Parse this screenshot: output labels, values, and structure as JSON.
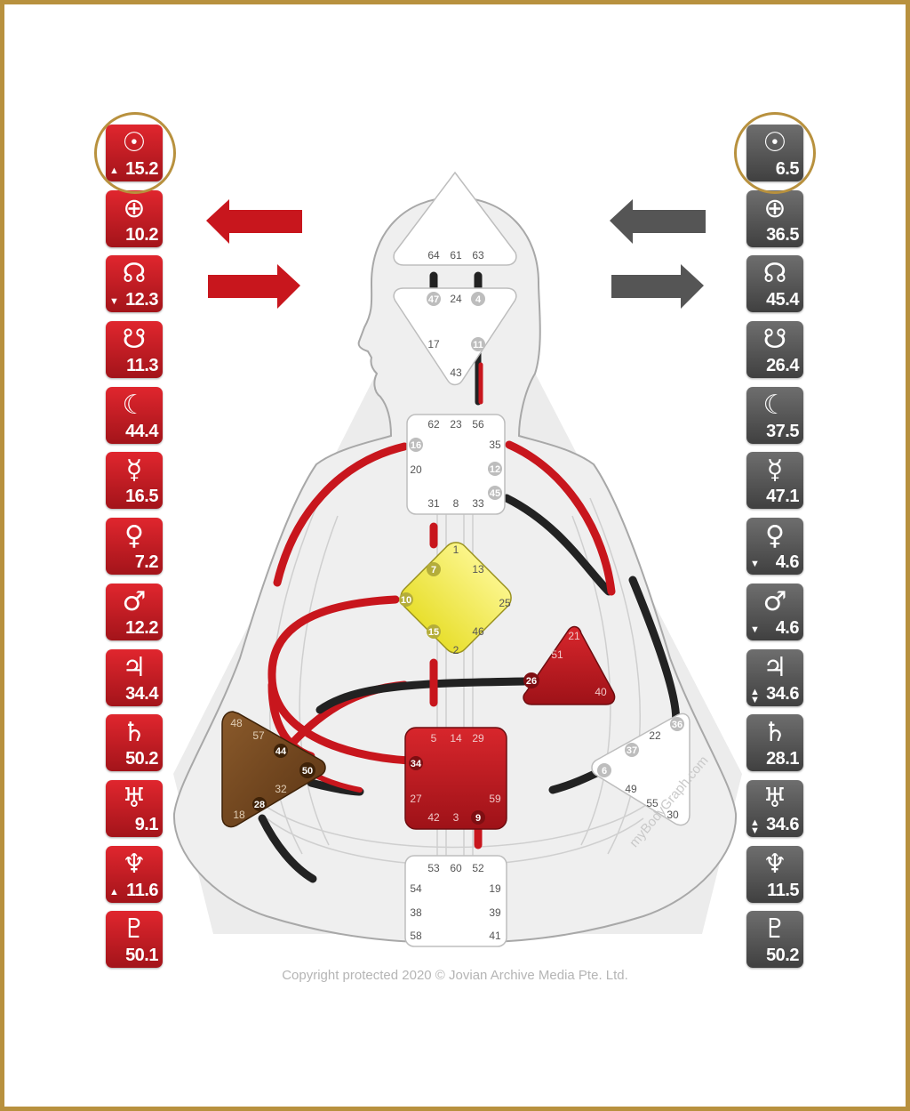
{
  "personality": [
    {
      "glyph": "☉",
      "value": "15.2",
      "marker": "▲"
    },
    {
      "glyph": "⊕",
      "value": "10.2",
      "marker": ""
    },
    {
      "glyph": "☊",
      "value": "12.3",
      "marker": "▼"
    },
    {
      "glyph": "☋",
      "value": "11.3",
      "marker": ""
    },
    {
      "glyph": "☾",
      "value": "44.4",
      "marker": ""
    },
    {
      "glyph": "☿",
      "value": "16.5",
      "marker": ""
    },
    {
      "glyph": "♀",
      "value": "7.2",
      "marker": ""
    },
    {
      "glyph": "♂",
      "value": "12.2",
      "marker": ""
    },
    {
      "glyph": "♃",
      "value": "34.4",
      "marker": ""
    },
    {
      "glyph": "♄",
      "value": "50.2",
      "marker": ""
    },
    {
      "glyph": "♅",
      "value": "9.1",
      "marker": ""
    },
    {
      "glyph": "♆",
      "value": "11.6",
      "marker": "▲"
    },
    {
      "glyph": "♇",
      "value": "50.1",
      "marker": ""
    }
  ],
  "design": [
    {
      "glyph": "☉",
      "value": "6.5",
      "marker": ""
    },
    {
      "glyph": "⊕",
      "value": "36.5",
      "marker": ""
    },
    {
      "glyph": "☊",
      "value": "45.4",
      "marker": ""
    },
    {
      "glyph": "☋",
      "value": "26.4",
      "marker": ""
    },
    {
      "glyph": "☾",
      "value": "37.5",
      "marker": ""
    },
    {
      "glyph": "☿",
      "value": "47.1",
      "marker": ""
    },
    {
      "glyph": "♀",
      "value": "4.6",
      "marker": "▼"
    },
    {
      "glyph": "♂",
      "value": "4.6",
      "marker": "▼"
    },
    {
      "glyph": "♃",
      "value": "34.6",
      "marker": "▲▼"
    },
    {
      "glyph": "♄",
      "value": "28.1",
      "marker": ""
    },
    {
      "glyph": "♅",
      "value": "34.6",
      "marker": "▲▼"
    },
    {
      "glyph": "♆",
      "value": "11.5",
      "marker": ""
    },
    {
      "glyph": "♇",
      "value": "50.2",
      "marker": ""
    }
  ],
  "colors": {
    "personality": "#c8161d",
    "design": "#222222",
    "design_tile": "#555555",
    "frame": "#b8913e",
    "g_center": "#f3ec5a",
    "sacral": "#c8161d",
    "spleen": "#7a4a21",
    "ego": "#c8161d"
  },
  "gates": {
    "head": [
      "64",
      "61",
      "63"
    ],
    "ajna": [
      "47",
      "24",
      "4",
      "17",
      "11",
      "43"
    ],
    "throat": [
      "62",
      "23",
      "56",
      "16",
      "35",
      "20",
      "12",
      "45",
      "31",
      "8",
      "33"
    ],
    "g": [
      "1",
      "7",
      "13",
      "10",
      "25",
      "15",
      "46",
      "2"
    ],
    "ego": [
      "21",
      "51",
      "26",
      "40"
    ],
    "spleen": [
      "48",
      "57",
      "44",
      "50",
      "32",
      "28",
      "18"
    ],
    "sacral": [
      "5",
      "14",
      "29",
      "34",
      "27",
      "59",
      "42",
      "3",
      "9"
    ],
    "solar": [
      "36",
      "22",
      "37",
      "6",
      "49",
      "55",
      "30"
    ],
    "root": [
      "53",
      "60",
      "52",
      "54",
      "19",
      "38",
      "39",
      "58",
      "41"
    ]
  },
  "copyright": "Copyright protected 2020 © Jovian Archive Media Pte. Ltd.",
  "watermark": "myBodyGraph.com"
}
